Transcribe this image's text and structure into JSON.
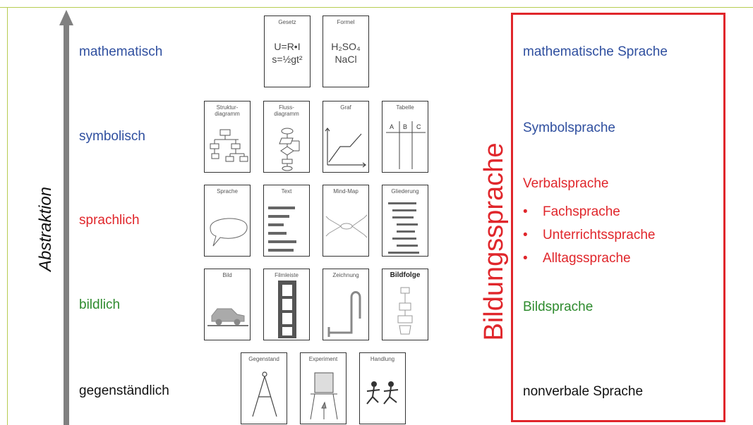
{
  "colors": {
    "blue": "#2f4f9f",
    "red": "#e0262b",
    "green": "#2e8b2e",
    "black": "#111111",
    "axis": "#808080"
  },
  "axis": {
    "label": "Abstraktion"
  },
  "levels": [
    {
      "label": "mathematisch",
      "color": "#2f4f9f"
    },
    {
      "label": "symbolisch",
      "color": "#2f4f9f"
    },
    {
      "label": "sprachlich",
      "color": "#e0262b"
    },
    {
      "label": "bildlich",
      "color": "#2e8b2e"
    },
    {
      "label": "gegenständlich",
      "color": "#111111"
    }
  ],
  "cards": {
    "mathematisch": [
      {
        "title": "Gesetz",
        "formula_line1": "U=R•I",
        "formula_line2": "s=½gt²"
      },
      {
        "title": "Formel",
        "formula_line1": "H₂SO₄",
        "formula_line2": "NaCl"
      }
    ],
    "symbolisch": [
      {
        "title_line1": "Struktur-",
        "title_line2": "diagramm",
        "icon": "structure-diagram-icon"
      },
      {
        "title_line1": "Fluss-",
        "title_line2": "diagramm",
        "icon": "flow-diagram-icon"
      },
      {
        "title_line1": "Graf",
        "icon": "graph-icon"
      },
      {
        "title_line1": "Tabelle",
        "icon": "table-icon",
        "columns": [
          "A",
          "B",
          "C"
        ]
      }
    ],
    "sprachlich": [
      {
        "title": "Sprache",
        "icon": "speech-bubble-icon"
      },
      {
        "title": "Text",
        "icon": "text-lines-icon"
      },
      {
        "title": "Mind-Map",
        "icon": "mind-map-icon"
      },
      {
        "title": "Gliederung",
        "icon": "outline-icon"
      }
    ],
    "bildlich": [
      {
        "title": "Bild",
        "icon": "car-picture-icon"
      },
      {
        "title": "Filmleiste",
        "icon": "film-strip-icon"
      },
      {
        "title": "Zeichnung",
        "icon": "drawing-tube-icon"
      },
      {
        "title": "Bildfolge",
        "icon": "picture-sequence-icon"
      }
    ],
    "gegenstaendlich": [
      {
        "title": "Gegenstand",
        "icon": "compass-icon"
      },
      {
        "title": "Experiment",
        "icon": "lab-beaker-icon"
      },
      {
        "title": "Handlung",
        "icon": "running-people-icon"
      }
    ]
  },
  "panel": {
    "vertical_title": "Bildungssprache",
    "items": [
      {
        "label": "mathematische Sprache",
        "color": "#2f4f9f"
      },
      {
        "label": "Symbolsprache",
        "color": "#2f4f9f"
      },
      {
        "label": "Verbalsprache",
        "color": "#e0262b"
      },
      {
        "label": "Bildsprache",
        "color": "#2e8b2e"
      },
      {
        "label": "nonverbale Sprache",
        "color": "#111111"
      }
    ],
    "bullets": [
      "Fachsprache",
      "Unterrichtssprache",
      "Alltagssprache"
    ],
    "bullet_symbol": "•"
  }
}
